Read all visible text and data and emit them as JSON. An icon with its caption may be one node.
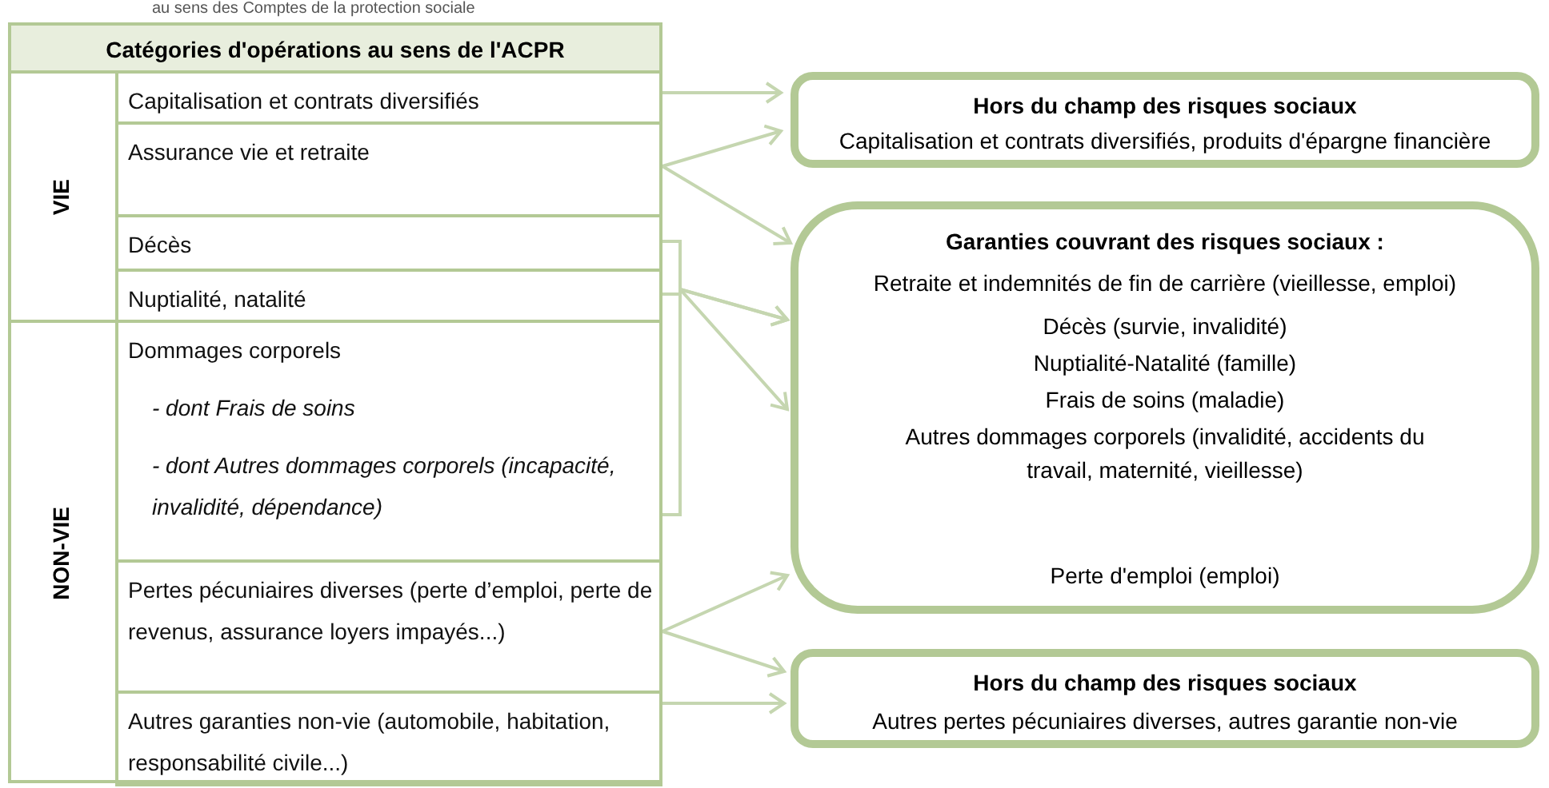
{
  "diagram": {
    "nodes": [
      {
        "text": [
          "Catégories d'opérations au sens de l'ACPR"
        ]
      },
      {
        "text": [
          "VIE"
        ],
        "in": 0
      },
      {
        "text": [
          "Capitalisation et contrats diversifiés"
        ],
        "in": 1
      },
      {
        "text": [
          "Assurance vie et retraite"
        ],
        "in": 1
      },
      {
        "text": [
          "Décès"
        ],
        "in": 1
      },
      {
        "text": [
          "Nuptialité, natalité"
        ],
        "in": 1
      },
      {
        "text": [
          "NON-VIE"
        ],
        "in": 0
      },
      {
        "text": [
          "Dommages corporels",
          "- dont Frais de soins",
          "- dont Autres dommages corporels (incapacité, invalidité, dépendance)"
        ],
        "in": 6
      },
      {
        "text": [
          "Pertes pécuniaires diverses (perte d’emploi, perte de revenus, assurance loyers impayés...)"
        ],
        "in": 6
      },
      {
        "text": [
          "Autres garanties non-vie (automobile, habitation, responsabilité civile...)"
        ],
        "in": 6
      },
      {
        "text": [
          "Hors du champ des risques sociaux",
          "Capitalisation et contrats diversifiés, produits d'épargne financière"
        ]
      },
      {
        "text": [
          "Garanties couvrant des risques sociaux :",
          "Retraite et indemnités de fin de carrière (vieillesse, emploi)",
          "Décès (survie, invalidité)",
          "Nuptialité-Natalité (famille)",
          "Frais de soins (maladie)",
          "Autres dommages corporels (invalidité, accidents du travail, maternité, vieillesse)",
          "Perte d'emploi (emploi)"
        ]
      },
      {
        "text": [
          "Hors du champ des risques sociaux",
          "Autres pertes pécuniaires diverses, autres garantie non-vie"
        ]
      }
    ],
    "edges": [
      {
        "from": 2,
        "to": 10,
        "arrow": "to"
      },
      {
        "from": 3,
        "to": 10,
        "arrow": "to"
      },
      {
        "from": 3,
        "to": 11,
        "arrow": "to"
      },
      {
        "from": 4,
        "to": 11,
        "arrow": "to"
      },
      {
        "from": 5,
        "to": 11,
        "arrow": "to"
      },
      {
        "from": 7,
        "to": 11,
        "arrow": "to"
      },
      {
        "from": 8,
        "to": 11,
        "arrow": "to"
      },
      {
        "from": 8,
        "to": 12,
        "arrow": "to"
      },
      {
        "from": 9,
        "to": 12,
        "arrow": "to"
      }
    ],
    "labels": [
      "au sens des Comptes de la protection sociale"
    ]
  }
}
